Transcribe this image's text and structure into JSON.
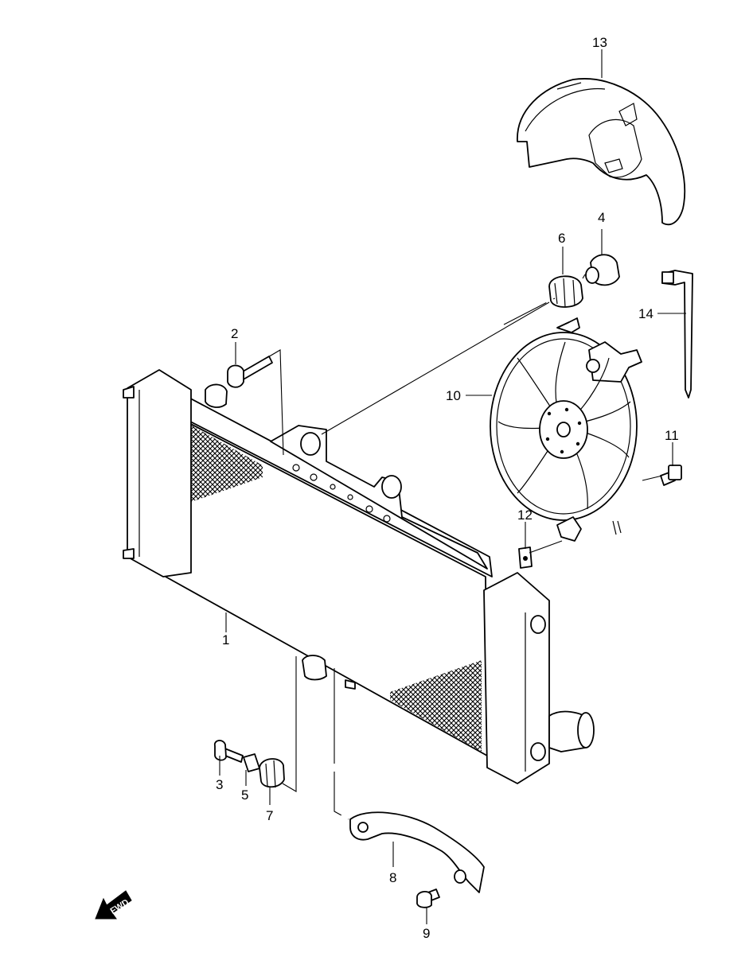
{
  "callouts": [
    {
      "id": "c1",
      "label": "1"
    },
    {
      "id": "c2",
      "label": "2"
    },
    {
      "id": "c3",
      "label": "3"
    },
    {
      "id": "c4",
      "label": "4"
    },
    {
      "id": "c5",
      "label": "5"
    },
    {
      "id": "c6",
      "label": "6"
    },
    {
      "id": "c7",
      "label": "7"
    },
    {
      "id": "c8",
      "label": "8"
    },
    {
      "id": "c9",
      "label": "9"
    },
    {
      "id": "c10",
      "label": "10"
    },
    {
      "id": "c11",
      "label": "11"
    },
    {
      "id": "c12",
      "label": "12"
    },
    {
      "id": "c13",
      "label": "13"
    },
    {
      "id": "c14",
      "label": "14"
    }
  ],
  "direction_arrow": {
    "label": "FWD",
    "icon": "direction-arrow-icon"
  }
}
